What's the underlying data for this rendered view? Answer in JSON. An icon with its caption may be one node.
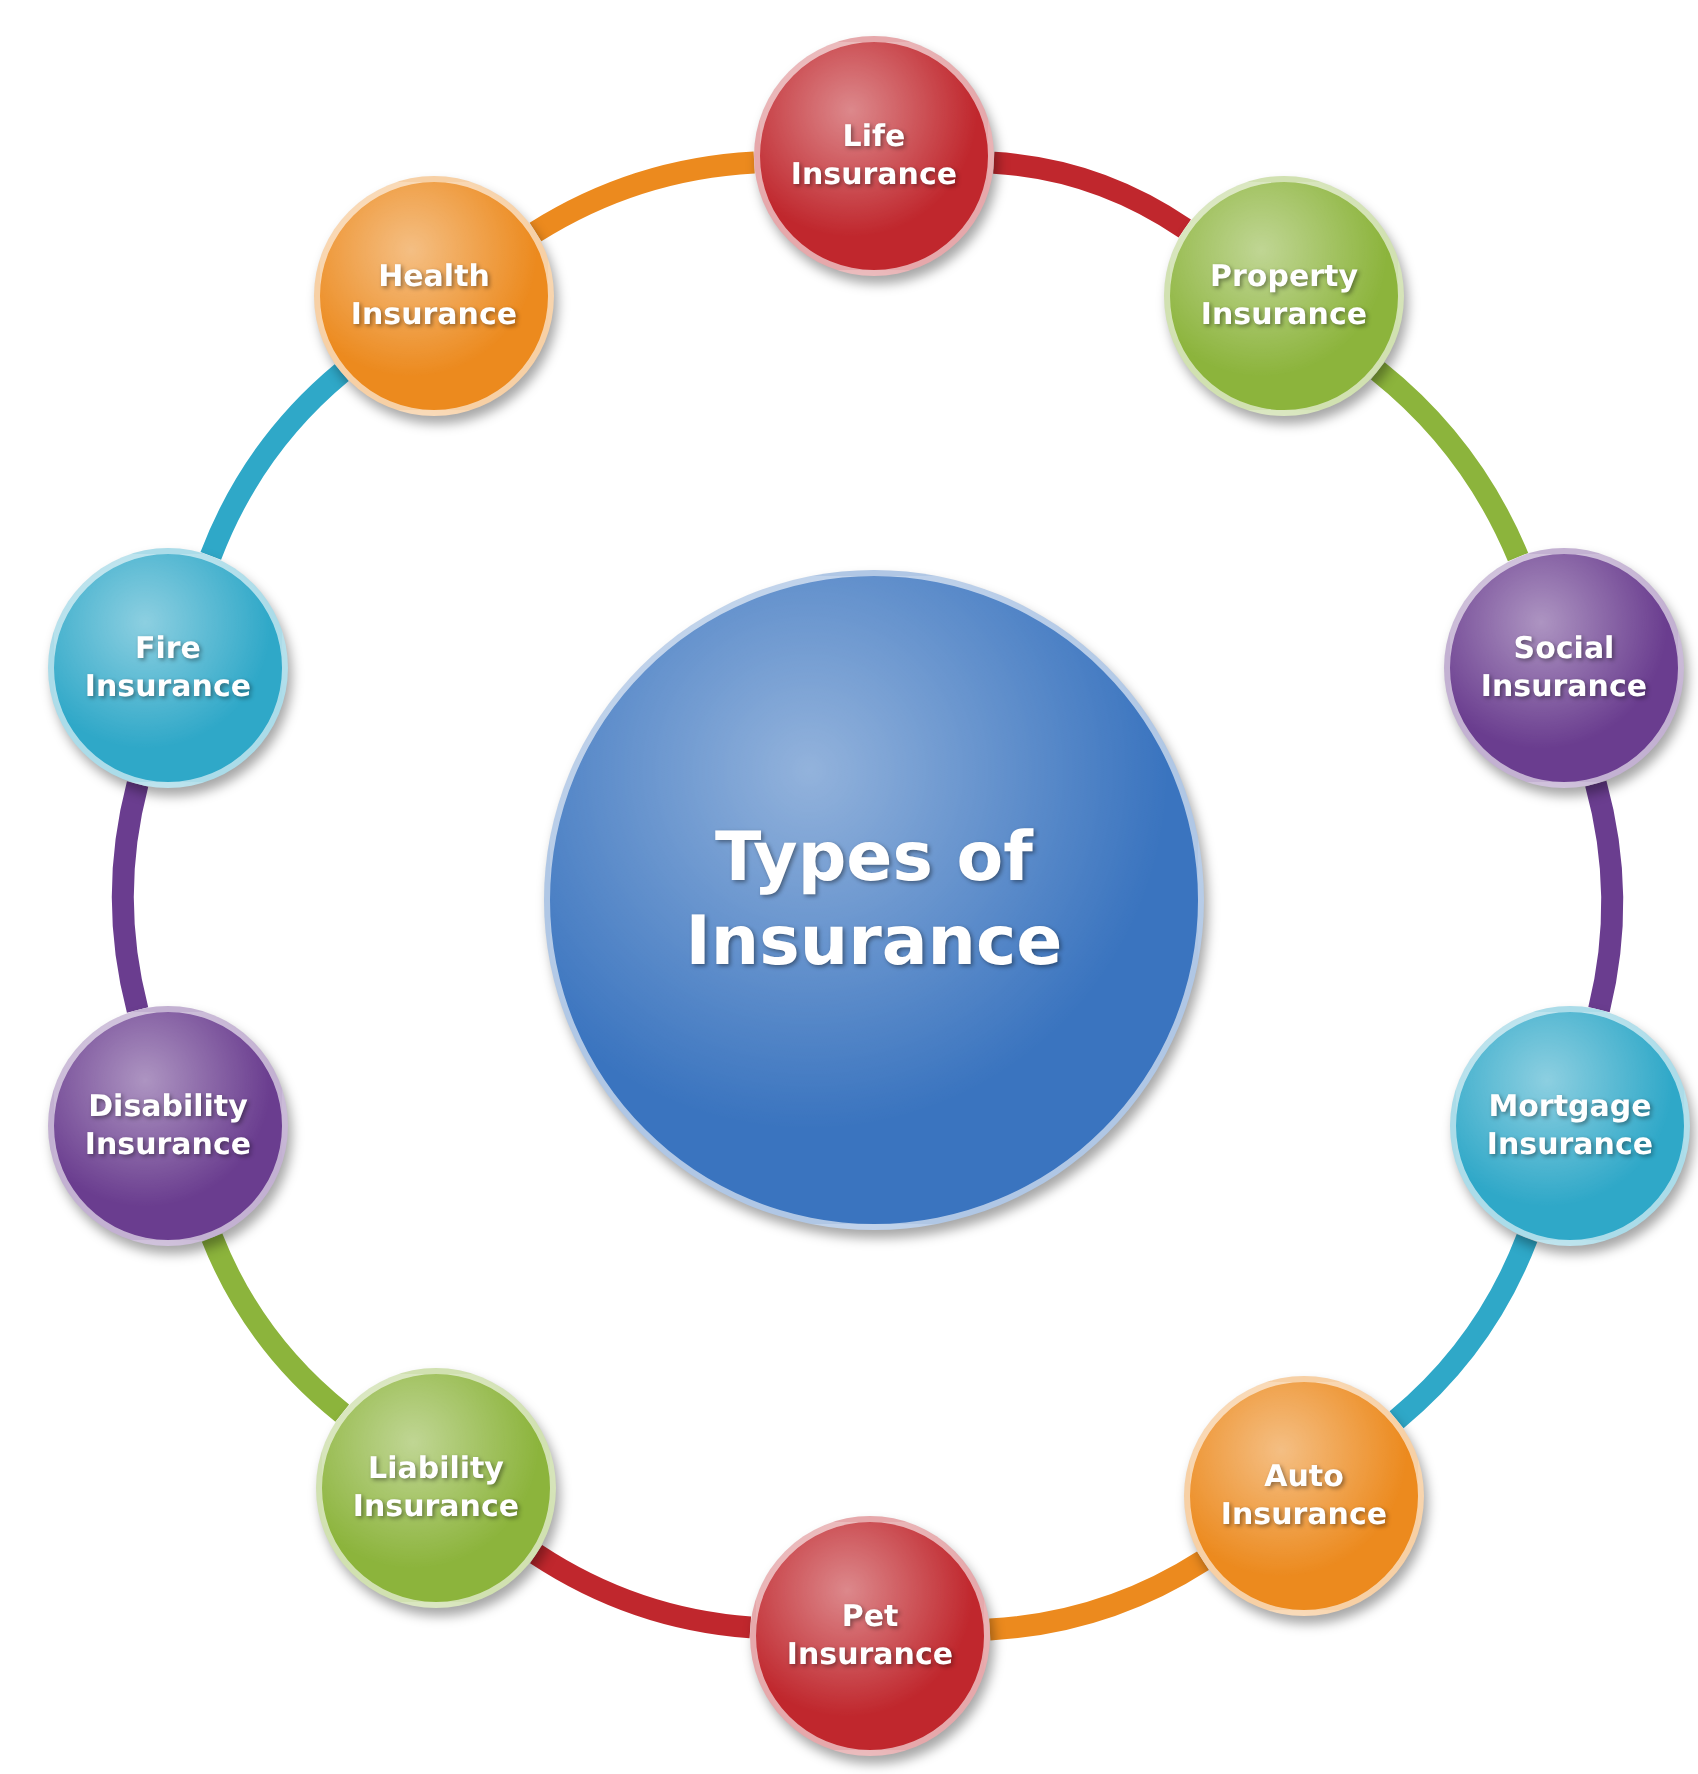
{
  "diagram": {
    "nodes": [
      {
        "text": [
          "Types of Insurance"
        ]
      },
      {
        "text": [
          "Life Insurance"
        ]
      },
      {
        "text": [
          "Property Insurance"
        ]
      },
      {
        "text": [
          "Social Insurance"
        ]
      },
      {
        "text": [
          "Mortgage Insurance"
        ]
      },
      {
        "text": [
          "Auto Insurance"
        ]
      },
      {
        "text": [
          "Pet Insurance"
        ]
      },
      {
        "text": [
          "Liability Insurance"
        ]
      },
      {
        "text": [
          "Disability Insurance"
        ]
      },
      {
        "text": [
          "Fire Insurance"
        ]
      },
      {
        "text": [
          "Health Insurance"
        ]
      }
    ],
    "edges": [
      {
        "from": 1,
        "to": 2,
        "arrow": "none",
        "color": "#c0272d"
      },
      {
        "from": 2,
        "to": 3,
        "arrow": "none",
        "color": "#8cb43c"
      },
      {
        "from": 3,
        "to": 4,
        "arrow": "none",
        "color": "#6a3d8f"
      },
      {
        "from": 4,
        "to": 5,
        "arrow": "none",
        "color": "#2fa8c8"
      },
      {
        "from": 5,
        "to": 6,
        "arrow": "none",
        "color": "#ec8a1e"
      },
      {
        "from": 6,
        "to": 7,
        "arrow": "none",
        "color": "#c0272d"
      },
      {
        "from": 7,
        "to": 8,
        "arrow": "none",
        "color": "#8cb43c"
      },
      {
        "from": 8,
        "to": 9,
        "arrow": "none",
        "color": "#6a3d8f"
      },
      {
        "from": 9,
        "to": 10,
        "arrow": "none",
        "color": "#2fa8c8"
      },
      {
        "from": 10,
        "to": 1,
        "arrow": "none",
        "color": "#ec8a1e"
      }
    ]
  }
}
